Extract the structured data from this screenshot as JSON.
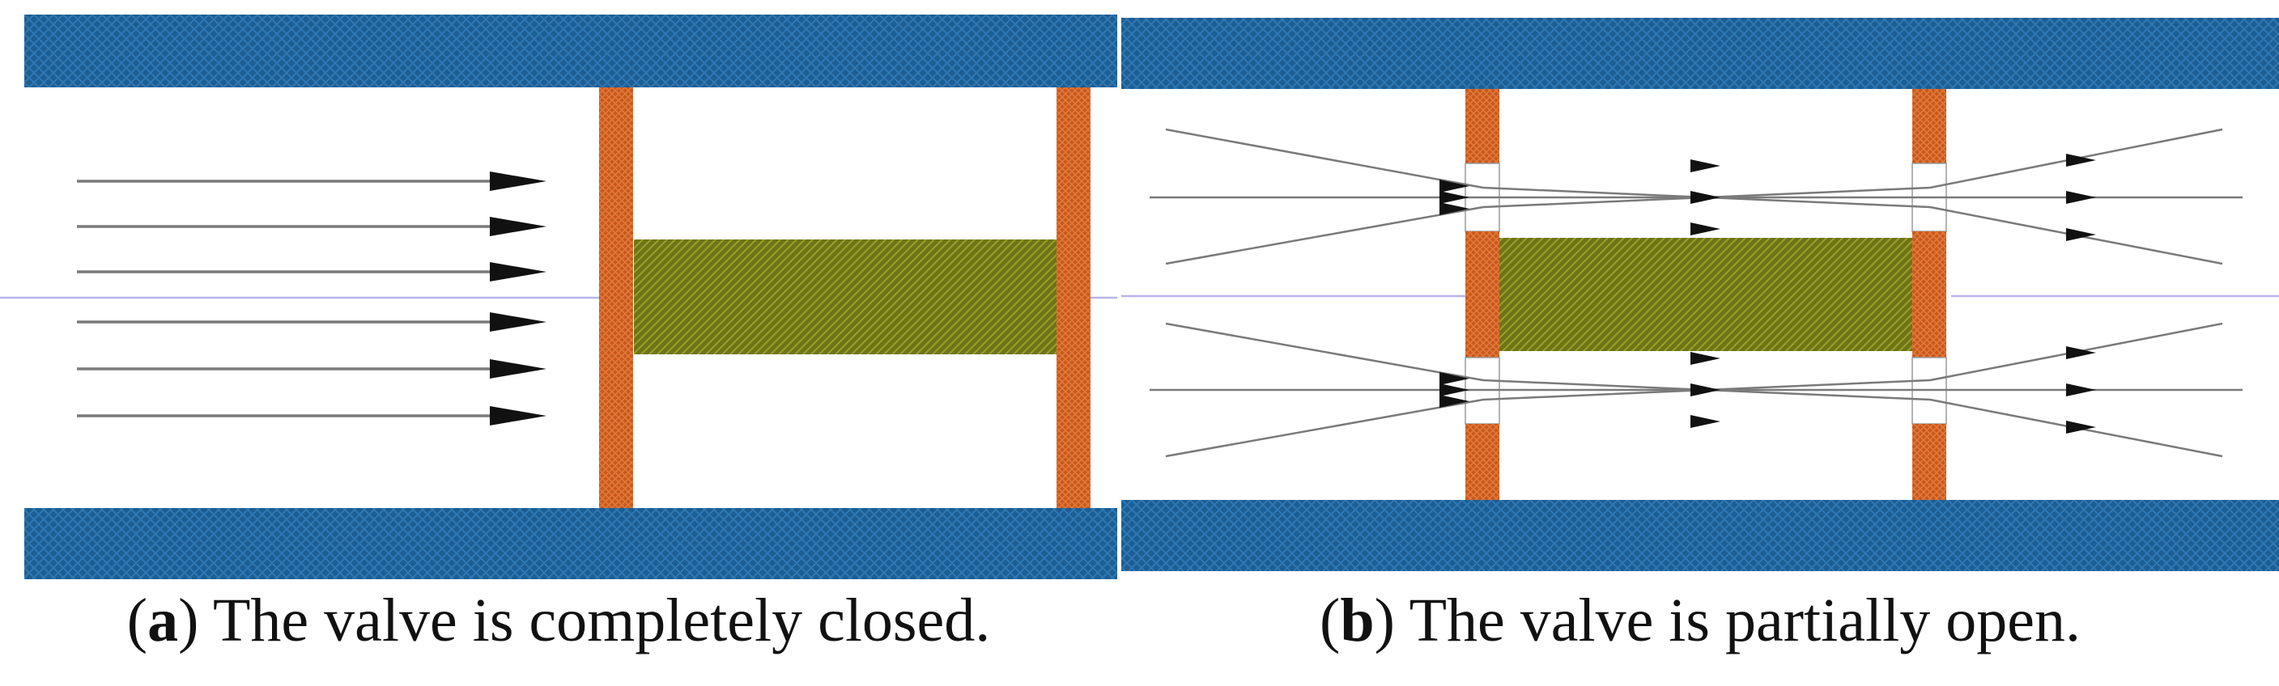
{
  "panels": [
    {
      "letter": "a",
      "caption_text": "The valve is completely closed.",
      "valve_state": "closed",
      "openings_per_channel": 0
    },
    {
      "letter": "b",
      "caption_text": "The valve is partially open.",
      "valve_state": "partially open",
      "openings_per_channel": 1
    }
  ],
  "colors": {
    "pipe_wall": "#1d5e93",
    "pipe_wall_pattern": "#2f78b4",
    "valve_plate": "#c9581d",
    "valve_plate_pattern": "#e07a3a",
    "valve_body": "#6f7416",
    "valve_body_pattern": "#9aa12c",
    "flow_line": "#7a7a7a",
    "arrow_head": "#111111",
    "centerline": "#b8b4e8"
  }
}
